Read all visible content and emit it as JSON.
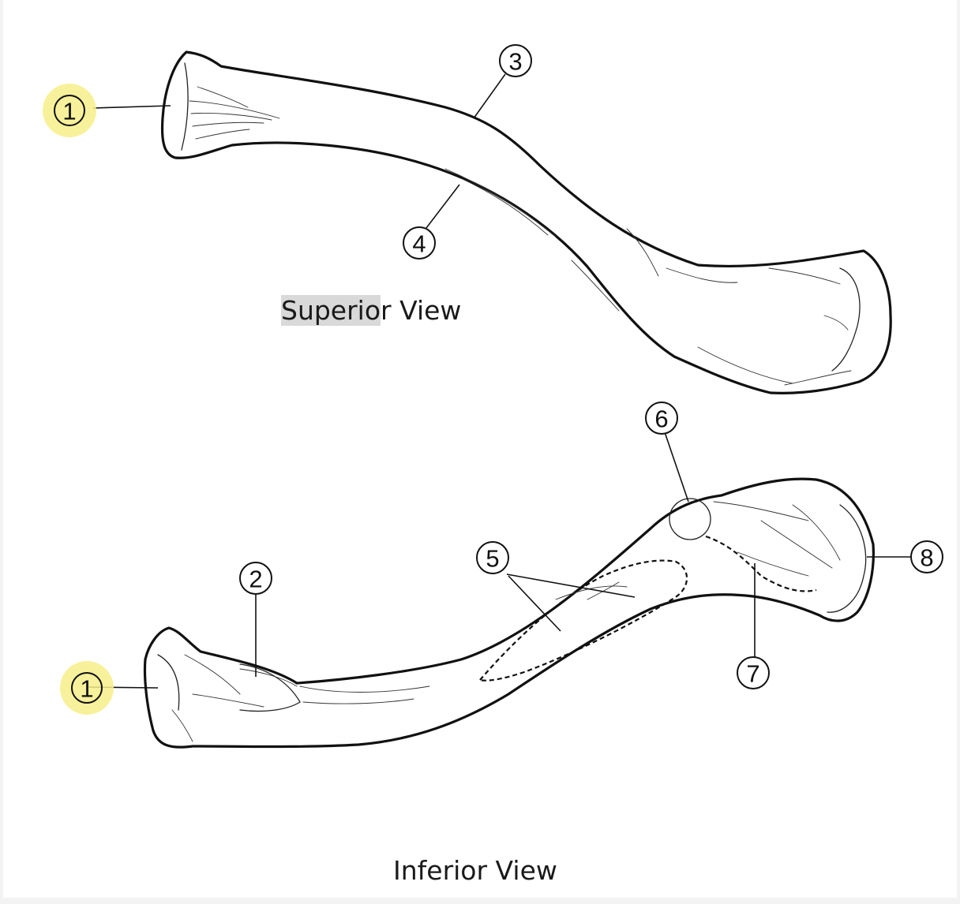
{
  "views": {
    "superior": {
      "caption_highlighted": "Superio",
      "caption_rest": "r View"
    },
    "inferior": {
      "caption": "Inferior View"
    }
  },
  "markers": {
    "sup_1": "1",
    "sup_3": "3",
    "sup_4": "4",
    "inf_1": "1",
    "inf_2": "2",
    "inf_5": "5",
    "inf_6": "6",
    "inf_7": "7",
    "inf_8": "8"
  },
  "colors": {
    "highlight": "#f7ef8a",
    "text_highlight": "#d9d9d9",
    "line": "#111111"
  }
}
